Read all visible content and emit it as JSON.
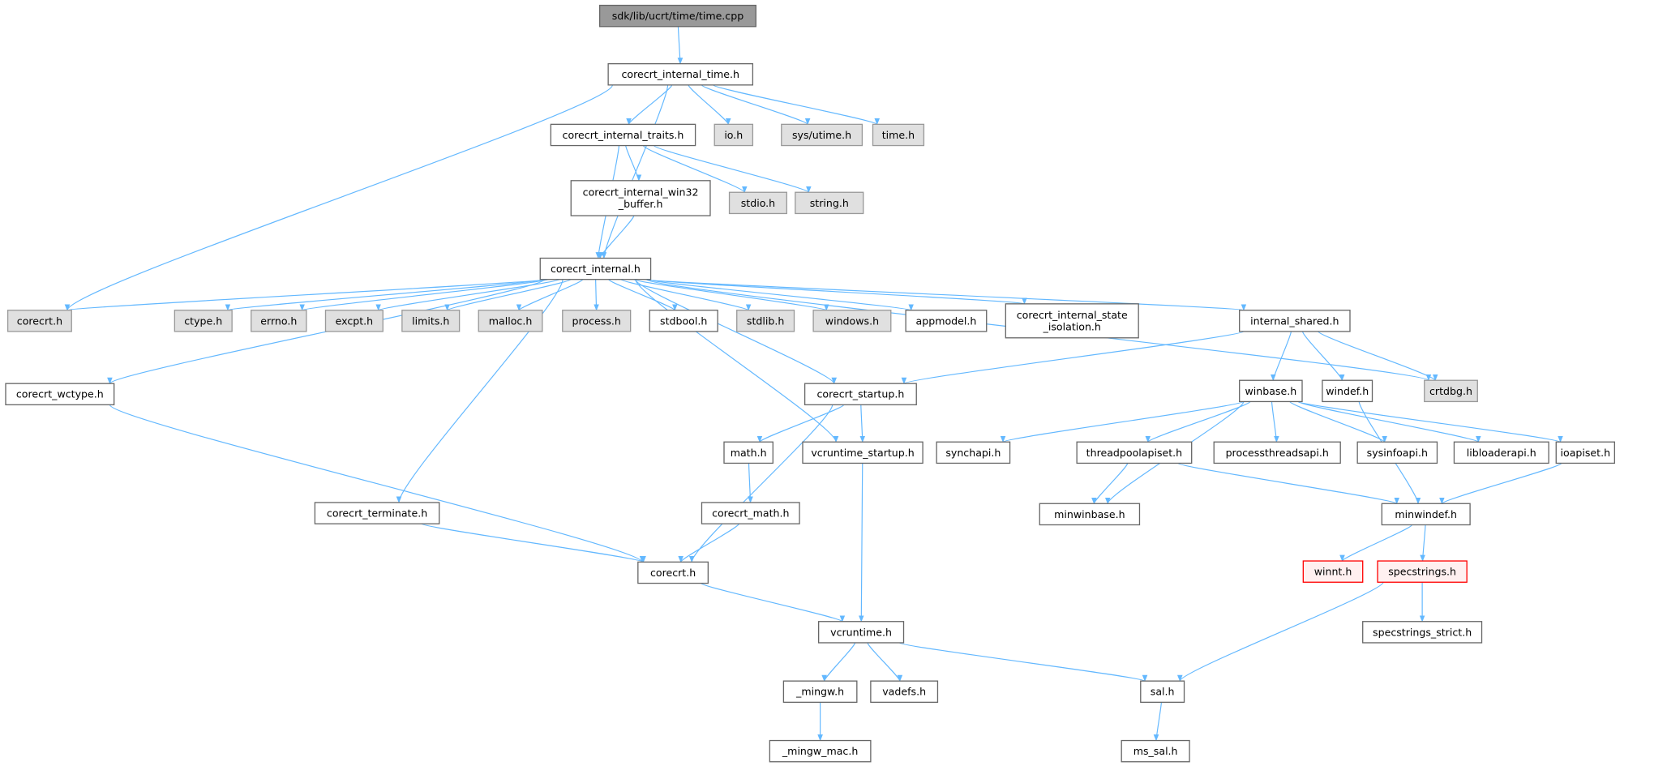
{
  "graph": {
    "title": "sdk/lib/ucrt/time/time.cpp",
    "colors": {
      "edge": "#63b8ff",
      "root_fill": "#999999",
      "external_fill": "#e0e0e0",
      "missing_border": "#ff0000",
      "missing_fill": "#fff0f0"
    },
    "nodes": [
      {
        "id": "root",
        "lines": [
          "sdk/lib/ucrt/time/time.cpp"
        ],
        "style": "root"
      },
      {
        "id": "internal_time",
        "lines": [
          "corecrt_internal_time.h"
        ],
        "style": "normal"
      },
      {
        "id": "traits",
        "lines": [
          "corecrt_internal_traits.h"
        ],
        "style": "normal"
      },
      {
        "id": "io",
        "lines": [
          "io.h"
        ],
        "style": "external"
      },
      {
        "id": "sysutime",
        "lines": [
          "sys/utime.h"
        ],
        "style": "external"
      },
      {
        "id": "timeh",
        "lines": [
          "time.h"
        ],
        "style": "external"
      },
      {
        "id": "win32buf",
        "lines": [
          "corecrt_internal_win32",
          "_buffer.h"
        ],
        "style": "normal"
      },
      {
        "id": "stdio",
        "lines": [
          "stdio.h"
        ],
        "style": "external"
      },
      {
        "id": "string",
        "lines": [
          "string.h"
        ],
        "style": "external"
      },
      {
        "id": "internal",
        "lines": [
          "corecrt_internal.h"
        ],
        "style": "normal"
      },
      {
        "id": "corecrt_ext",
        "lines": [
          "corecrt.h"
        ],
        "style": "external"
      },
      {
        "id": "ctype",
        "lines": [
          "ctype.h"
        ],
        "style": "external"
      },
      {
        "id": "errno",
        "lines": [
          "errno.h"
        ],
        "style": "external"
      },
      {
        "id": "excpt",
        "lines": [
          "excpt.h"
        ],
        "style": "external"
      },
      {
        "id": "limits",
        "lines": [
          "limits.h"
        ],
        "style": "external"
      },
      {
        "id": "malloc",
        "lines": [
          "malloc.h"
        ],
        "style": "external"
      },
      {
        "id": "process",
        "lines": [
          "process.h"
        ],
        "style": "external"
      },
      {
        "id": "stdbool",
        "lines": [
          "stdbool.h"
        ],
        "style": "normal"
      },
      {
        "id": "stdlib",
        "lines": [
          "stdlib.h"
        ],
        "style": "external"
      },
      {
        "id": "windows",
        "lines": [
          "windows.h"
        ],
        "style": "external"
      },
      {
        "id": "appmodel",
        "lines": [
          "appmodel.h"
        ],
        "style": "normal"
      },
      {
        "id": "state_iso",
        "lines": [
          "corecrt_internal_state",
          "_isolation.h"
        ],
        "style": "normal"
      },
      {
        "id": "internal_shared",
        "lines": [
          "internal_shared.h"
        ],
        "style": "normal"
      },
      {
        "id": "crtdbg",
        "lines": [
          "crtdbg.h"
        ],
        "style": "external"
      },
      {
        "id": "windef",
        "lines": [
          "windef.h"
        ],
        "style": "normal"
      },
      {
        "id": "winbase",
        "lines": [
          "winbase.h"
        ],
        "style": "normal"
      },
      {
        "id": "startup",
        "lines": [
          "corecrt_startup.h"
        ],
        "style": "normal"
      },
      {
        "id": "wctype",
        "lines": [
          "corecrt_wctype.h"
        ],
        "style": "normal"
      },
      {
        "id": "math",
        "lines": [
          "math.h"
        ],
        "style": "normal"
      },
      {
        "id": "vcr_startup",
        "lines": [
          "vcruntime_startup.h"
        ],
        "style": "normal"
      },
      {
        "id": "synchapi",
        "lines": [
          "synchapi.h"
        ],
        "style": "normal"
      },
      {
        "id": "threadpool",
        "lines": [
          "threadpoolapiset.h"
        ],
        "style": "normal"
      },
      {
        "id": "processthreads",
        "lines": [
          "processthreadsapi.h"
        ],
        "style": "normal"
      },
      {
        "id": "sysinfo",
        "lines": [
          "sysinfoapi.h"
        ],
        "style": "normal"
      },
      {
        "id": "libloader",
        "lines": [
          "libloaderapi.h"
        ],
        "style": "normal"
      },
      {
        "id": "ioapiset",
        "lines": [
          "ioapiset.h"
        ],
        "style": "normal"
      },
      {
        "id": "terminate",
        "lines": [
          "corecrt_terminate.h"
        ],
        "style": "normal"
      },
      {
        "id": "cmath",
        "lines": [
          "corecrt_math.h"
        ],
        "style": "normal"
      },
      {
        "id": "minwinbase",
        "lines": [
          "minwinbase.h"
        ],
        "style": "normal"
      },
      {
        "id": "minwindef",
        "lines": [
          "minwindef.h"
        ],
        "style": "normal"
      },
      {
        "id": "corecrt",
        "lines": [
          "corecrt.h"
        ],
        "style": "normal"
      },
      {
        "id": "winnt",
        "lines": [
          "winnt.h"
        ],
        "style": "missing"
      },
      {
        "id": "specstrings",
        "lines": [
          "specstrings.h"
        ],
        "style": "missing"
      },
      {
        "id": "vcruntime",
        "lines": [
          "vcruntime.h"
        ],
        "style": "normal"
      },
      {
        "id": "specstrict",
        "lines": [
          "specstrings_strict.h"
        ],
        "style": "normal"
      },
      {
        "id": "mingw",
        "lines": [
          "_mingw.h"
        ],
        "style": "normal"
      },
      {
        "id": "vadefs",
        "lines": [
          "vadefs.h"
        ],
        "style": "normal"
      },
      {
        "id": "sal",
        "lines": [
          "sal.h"
        ],
        "style": "normal"
      },
      {
        "id": "mingw_mac",
        "lines": [
          "_mingw_mac.h"
        ],
        "style": "normal"
      },
      {
        "id": "ms_sal",
        "lines": [
          "ms_sal.h"
        ],
        "style": "normal"
      }
    ],
    "edges": [
      [
        "root",
        "internal_time"
      ],
      [
        "internal_time",
        "traits"
      ],
      [
        "internal_time",
        "io"
      ],
      [
        "internal_time",
        "sysutime"
      ],
      [
        "internal_time",
        "timeh"
      ],
      [
        "internal_time",
        "internal"
      ],
      [
        "internal_time",
        "corecrt_ext"
      ],
      [
        "traits",
        "win32buf"
      ],
      [
        "traits",
        "stdio"
      ],
      [
        "traits",
        "string"
      ],
      [
        "traits",
        "internal"
      ],
      [
        "win32buf",
        "internal"
      ],
      [
        "internal",
        "corecrt_ext"
      ],
      [
        "internal",
        "ctype"
      ],
      [
        "internal",
        "errno"
      ],
      [
        "internal",
        "excpt"
      ],
      [
        "internal",
        "limits"
      ],
      [
        "internal",
        "malloc"
      ],
      [
        "internal",
        "process"
      ],
      [
        "internal",
        "stdbool"
      ],
      [
        "internal",
        "stdlib"
      ],
      [
        "internal",
        "windows"
      ],
      [
        "internal",
        "appmodel"
      ],
      [
        "internal",
        "state_iso"
      ],
      [
        "internal",
        "internal_shared"
      ],
      [
        "internal",
        "crtdbg"
      ],
      [
        "internal",
        "wctype"
      ],
      [
        "internal",
        "terminate"
      ],
      [
        "internal",
        "startup"
      ],
      [
        "internal",
        "vcr_startup"
      ],
      [
        "internal_shared",
        "startup"
      ],
      [
        "internal_shared",
        "winbase"
      ],
      [
        "internal_shared",
        "windef"
      ],
      [
        "internal_shared",
        "crtdbg"
      ],
      [
        "startup",
        "math"
      ],
      [
        "startup",
        "vcr_startup"
      ],
      [
        "startup",
        "corecrt"
      ],
      [
        "wctype",
        "corecrt"
      ],
      [
        "terminate",
        "corecrt"
      ],
      [
        "math",
        "cmath"
      ],
      [
        "cmath",
        "corecrt"
      ],
      [
        "vcr_startup",
        "vcruntime"
      ],
      [
        "corecrt",
        "vcruntime"
      ],
      [
        "winbase",
        "synchapi"
      ],
      [
        "winbase",
        "threadpool"
      ],
      [
        "winbase",
        "processthreads"
      ],
      [
        "winbase",
        "sysinfo"
      ],
      [
        "winbase",
        "libloader"
      ],
      [
        "winbase",
        "ioapiset"
      ],
      [
        "winbase",
        "minwinbase"
      ],
      [
        "threadpool",
        "minwinbase"
      ],
      [
        "threadpool",
        "minwindef"
      ],
      [
        "ioapiset",
        "minwindef"
      ],
      [
        "windef",
        "minwindef"
      ],
      [
        "minwindef",
        "winnt"
      ],
      [
        "minwindef",
        "specstrings"
      ],
      [
        "specstrings",
        "specstrict"
      ],
      [
        "specstrings",
        "sal"
      ],
      [
        "vcruntime",
        "mingw"
      ],
      [
        "vcruntime",
        "vadefs"
      ],
      [
        "vcruntime",
        "sal"
      ],
      [
        "mingw",
        "mingw_mac"
      ],
      [
        "sal",
        "ms_sal"
      ]
    ]
  }
}
